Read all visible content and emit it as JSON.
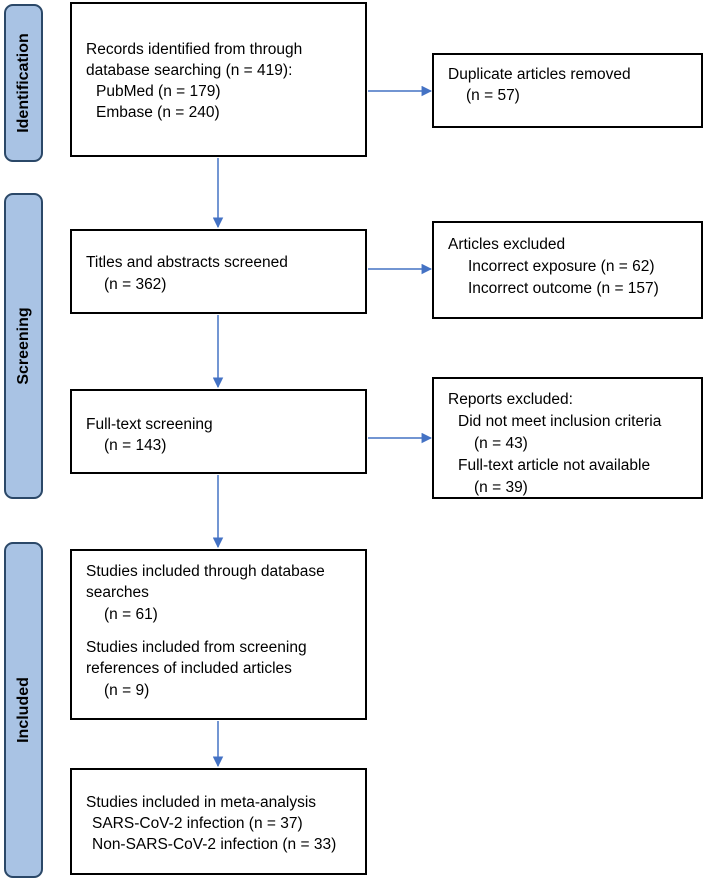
{
  "phases": {
    "identification": "Identification",
    "screening": "Screening",
    "included": "Included"
  },
  "records_identified": {
    "line1": "Records identified from through",
    "line2": "database searching (n = 419):",
    "line3": "PubMed (n = 179)",
    "line4": "Embase (n = 240)"
  },
  "duplicates_removed": {
    "line1": "Duplicate articles removed",
    "line2": "(n = 57)"
  },
  "titles_abstracts": {
    "line1": "Titles and abstracts screened",
    "line2": "(n = 362)"
  },
  "articles_excluded": {
    "line1": "Articles excluded",
    "line2": "Incorrect exposure (n = 62)",
    "line3": "Incorrect outcome (n = 157)"
  },
  "full_text": {
    "line1": "Full-text screening",
    "line2": "(n = 143)"
  },
  "reports_excluded": {
    "line1": "Reports excluded:",
    "line2": "Did not meet inclusion criteria",
    "line3": "(n = 43)",
    "line4": "Full-text article not available",
    "line5": "(n = 39)"
  },
  "studies_included": {
    "line1": "Studies included through database",
    "line2": "searches",
    "line3": "(n = 61)",
    "line4": "Studies included from screening",
    "line5": "references of included articles",
    "line6": "(n = 9)"
  },
  "meta_analysis": {
    "line1": "Studies included in meta-analysis",
    "line2": "SARS-CoV-2 infection (n = 37)",
    "line3": "Non-SARS-CoV-2 infection (n = 33)"
  },
  "colors": {
    "phase_fill": "#a9c3e4",
    "phase_border": "#2b4868",
    "arrow": "#4472c4"
  }
}
